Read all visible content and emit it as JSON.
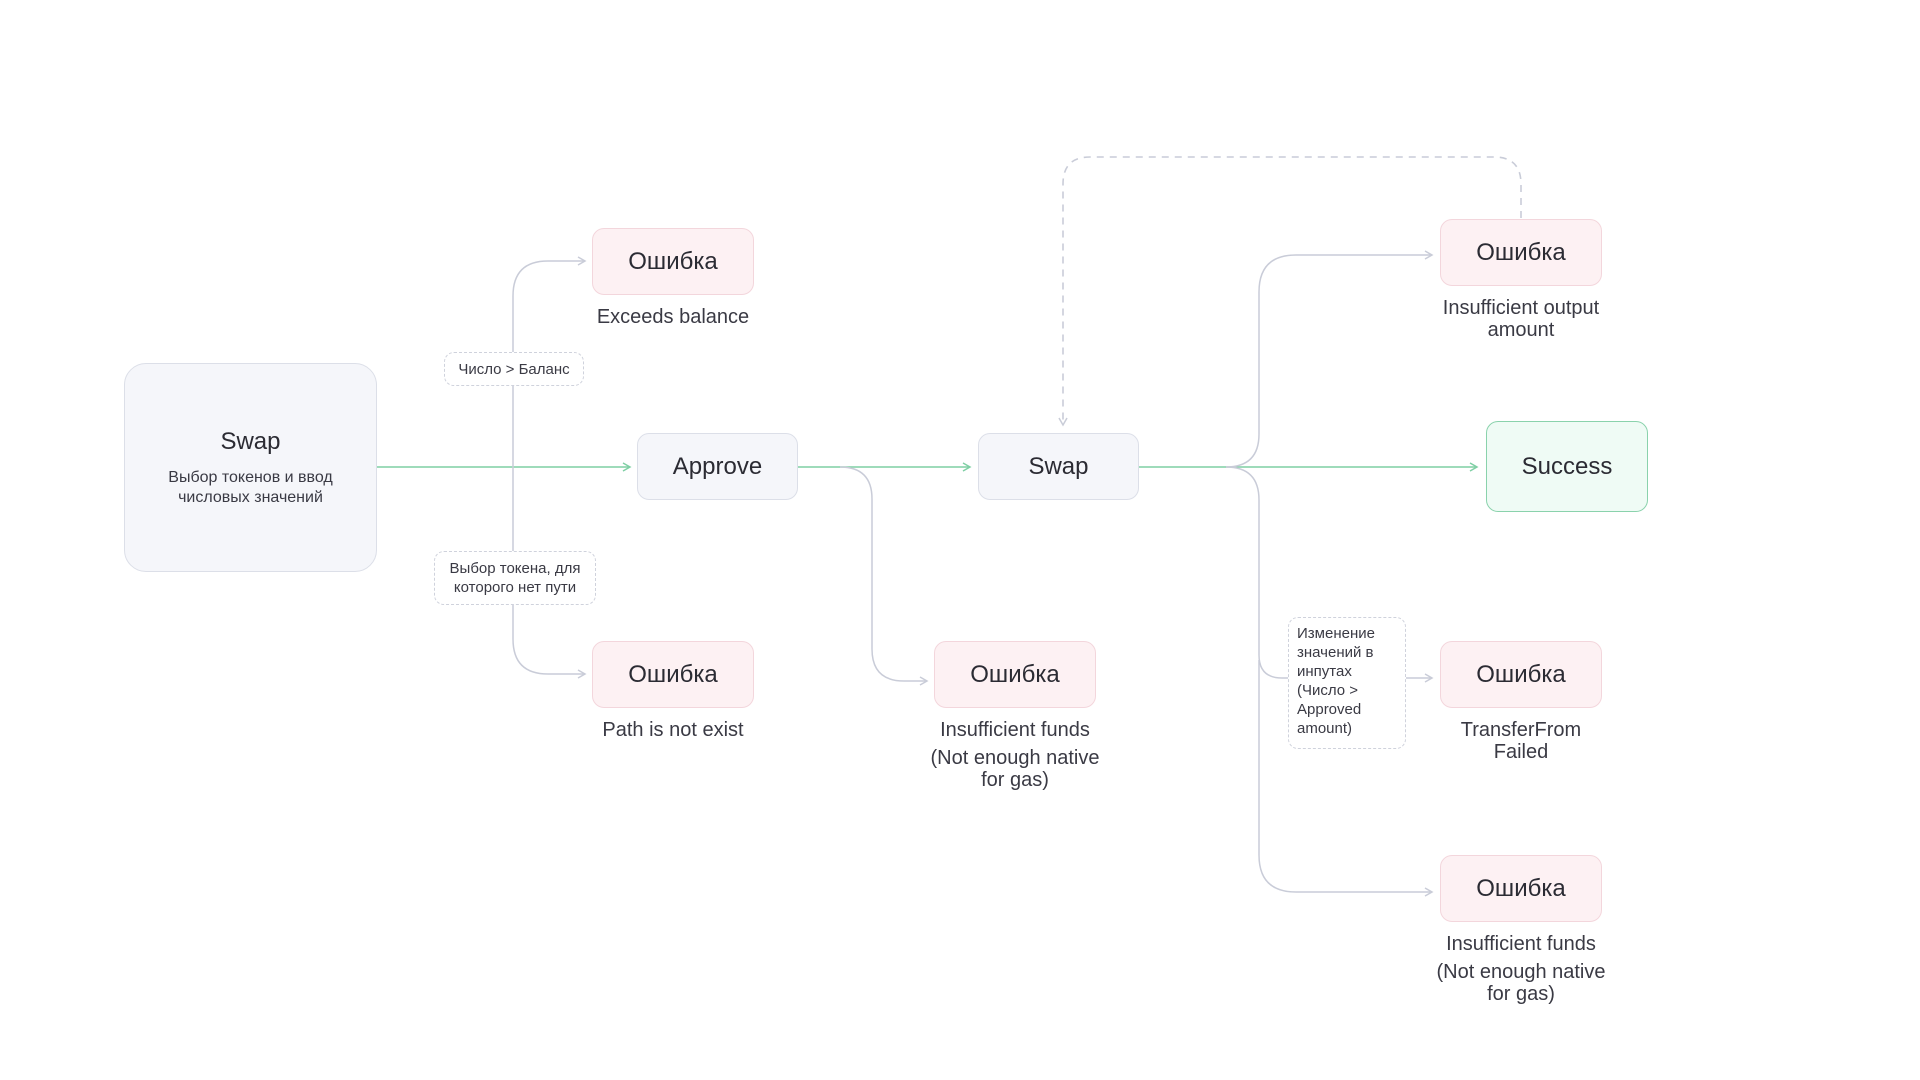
{
  "colors": {
    "connector": "#c9ccd8",
    "main_flow": "#7fcfa4",
    "error_fill": "#fdf1f3",
    "success_border": "#8ad2ac"
  },
  "start": {
    "title": "Swap",
    "subtitle": "Выбор токенов и ввод числовых значений"
  },
  "steps": {
    "approve": "Approve",
    "swap": "Swap"
  },
  "success": {
    "label": "Success"
  },
  "errors": [
    {
      "label": "Ошибка",
      "caption": "Exceeds balance"
    },
    {
      "label": "Ошибка",
      "caption": "Path is not exist"
    },
    {
      "label": "Ошибка",
      "caption": "Insufficient funds",
      "caption2": "(Not enough native for gas)"
    },
    {
      "label": "Ошибка",
      "caption": "Insufficient output amount"
    },
    {
      "label": "Ошибка",
      "caption": "TransferFrom Failed"
    },
    {
      "label": "Ошибка",
      "caption": "Insufficient funds",
      "caption2": "(Not enough native for gas)"
    }
  ],
  "conditions": {
    "over_balance": "Число > Баланс",
    "no_path": "Выбор токена, для которого нет пути",
    "inputs_changed": "Изменение значений в инпутах (Число > Approved amount)"
  }
}
